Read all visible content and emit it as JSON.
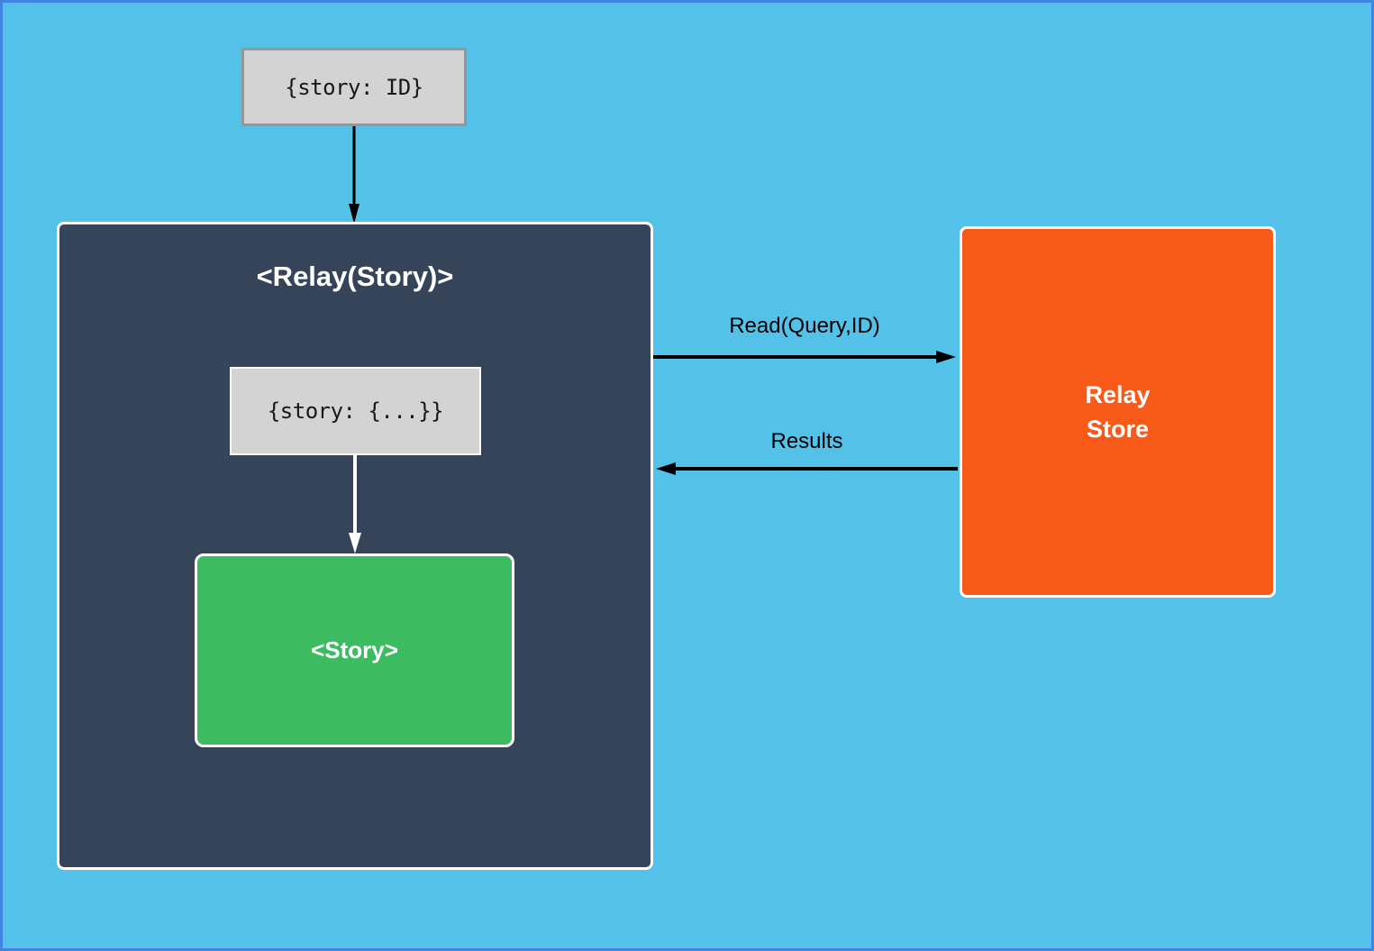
{
  "diagram": {
    "id_box": {
      "text": "{story: ID}"
    },
    "relay_box": {
      "title": "<Relay(Story)>"
    },
    "props_box": {
      "text": "{story: {...}}"
    },
    "story_box": {
      "label": "<Story>"
    },
    "store_box": {
      "label": "Relay\nStore"
    },
    "arrows": {
      "read_label": "Read(Query,ID)",
      "results_label": "Results"
    },
    "colors": {
      "background": "#54C1E8",
      "frame_border": "#4184E4",
      "relay_box_fill": "#36445A",
      "story_box_fill": "#3CBB60",
      "store_box_fill": "#F85A19",
      "code_box_fill": "#D3D3D3",
      "code_box_border": "#979797",
      "box_border": "#FFFFFF",
      "arrow_black": "#000000",
      "arrow_white": "#FFFFFF"
    }
  }
}
